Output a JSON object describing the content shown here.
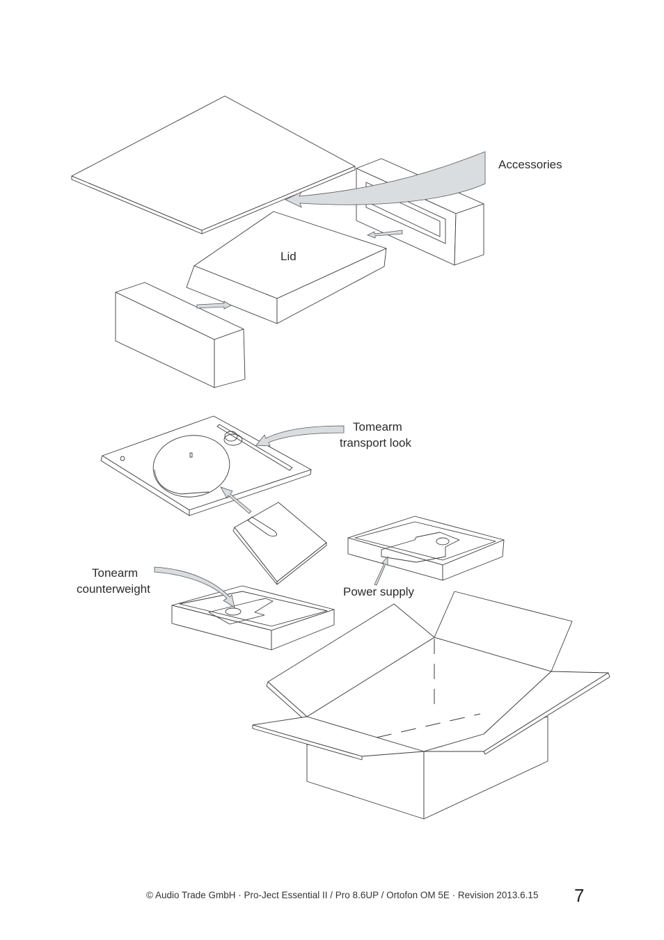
{
  "labels": {
    "accessories": "Accessories",
    "lid": "Lid",
    "tonearm_transport_lock_line1": "Tomearm",
    "tonearm_transport_lock_line2": "transport look",
    "tonearm_counterweight_line1": "Tonearm",
    "tonearm_counterweight_line2": "counterweight",
    "power_supply": "Power supply"
  },
  "footer": {
    "copyright": "© Audio Trade GmbH · Pro-Ject Essential II / Pro 8.6UP / Ortofon OM 5E · Revision 2013.6.15",
    "page_number": "7"
  },
  "colors": {
    "line": "#3a3a3a",
    "arrow_fill": "#d9dde0",
    "text": "#2b2b2b"
  }
}
